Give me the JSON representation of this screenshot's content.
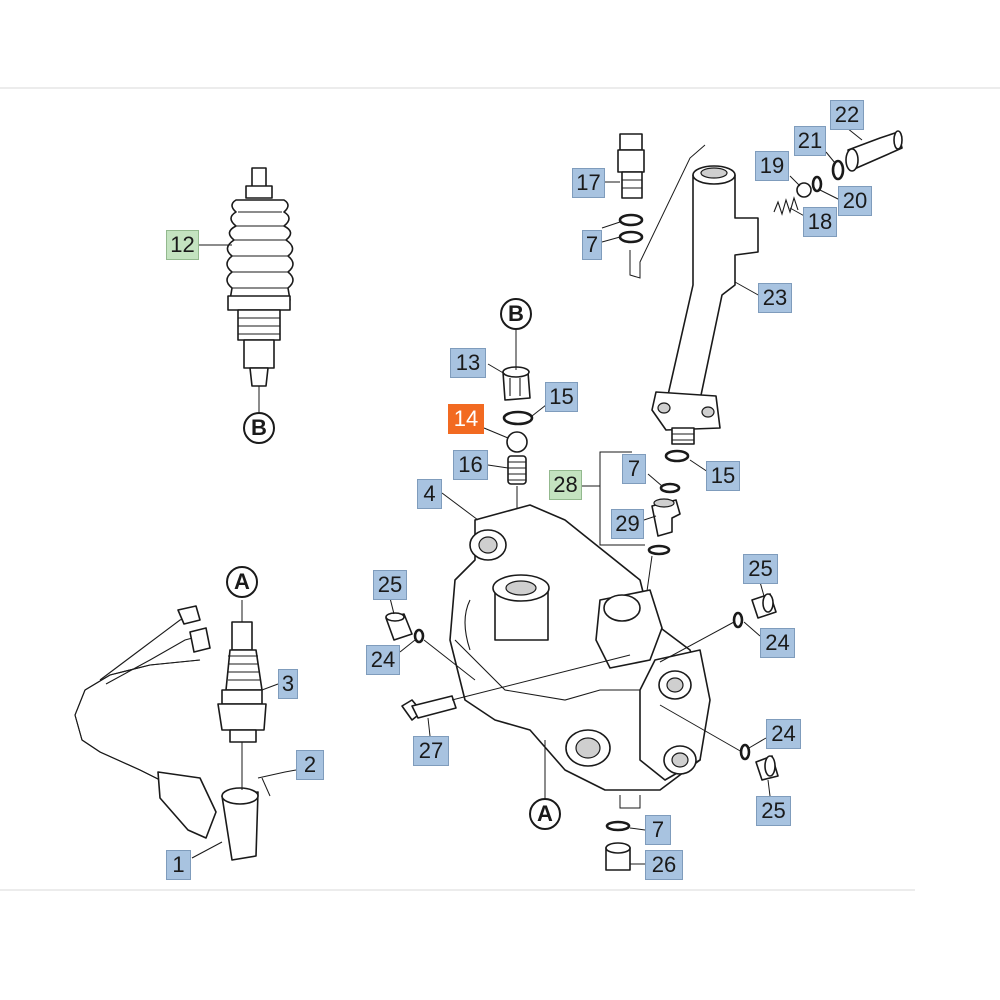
{
  "colors": {
    "callout_default": "#a8c3e0",
    "callout_assembly": "#c4e3c0",
    "callout_highlight": "#f26a21",
    "highlight_text": "#ffffff",
    "background": "#ffffff",
    "frame_line": "#d9d9d9"
  },
  "callouts": [
    {
      "id": "c12",
      "text": "12",
      "kind": "assembly"
    },
    {
      "id": "c17",
      "text": "17",
      "kind": "default"
    },
    {
      "id": "c7a",
      "text": "7",
      "kind": "default"
    },
    {
      "id": "c21",
      "text": "21",
      "kind": "default"
    },
    {
      "id": "c22",
      "text": "22",
      "kind": "default"
    },
    {
      "id": "c19",
      "text": "19",
      "kind": "default"
    },
    {
      "id": "c20",
      "text": "20",
      "kind": "default"
    },
    {
      "id": "c18",
      "text": "18",
      "kind": "default"
    },
    {
      "id": "c23",
      "text": "23",
      "kind": "default"
    },
    {
      "id": "c13",
      "text": "13",
      "kind": "default"
    },
    {
      "id": "c15a",
      "text": "15",
      "kind": "default"
    },
    {
      "id": "c14",
      "text": "14",
      "kind": "highlight"
    },
    {
      "id": "c16",
      "text": "16",
      "kind": "default"
    },
    {
      "id": "c7b",
      "text": "7",
      "kind": "default"
    },
    {
      "id": "c15b",
      "text": "15",
      "kind": "default"
    },
    {
      "id": "c28",
      "text": "28",
      "kind": "assembly"
    },
    {
      "id": "c4",
      "text": "4",
      "kind": "default"
    },
    {
      "id": "c29",
      "text": "29",
      "kind": "default"
    },
    {
      "id": "c25a",
      "text": "25",
      "kind": "default"
    },
    {
      "id": "c25b",
      "text": "25",
      "kind": "default"
    },
    {
      "id": "c24a",
      "text": "24",
      "kind": "default"
    },
    {
      "id": "c24b",
      "text": "24",
      "kind": "default"
    },
    {
      "id": "c3",
      "text": "3",
      "kind": "default"
    },
    {
      "id": "c2",
      "text": "2",
      "kind": "default"
    },
    {
      "id": "c27",
      "text": "27",
      "kind": "default"
    },
    {
      "id": "c24c",
      "text": "24",
      "kind": "default"
    },
    {
      "id": "c25c",
      "text": "25",
      "kind": "default"
    },
    {
      "id": "c1",
      "text": "1",
      "kind": "default"
    },
    {
      "id": "c7c",
      "text": "7",
      "kind": "default"
    },
    {
      "id": "c26",
      "text": "26",
      "kind": "default"
    }
  ],
  "connectors": [
    {
      "id": "refB1",
      "text": "B"
    },
    {
      "id": "refB2",
      "text": "B"
    },
    {
      "id": "refA1",
      "text": "A"
    },
    {
      "id": "refA2",
      "text": "A"
    }
  ]
}
